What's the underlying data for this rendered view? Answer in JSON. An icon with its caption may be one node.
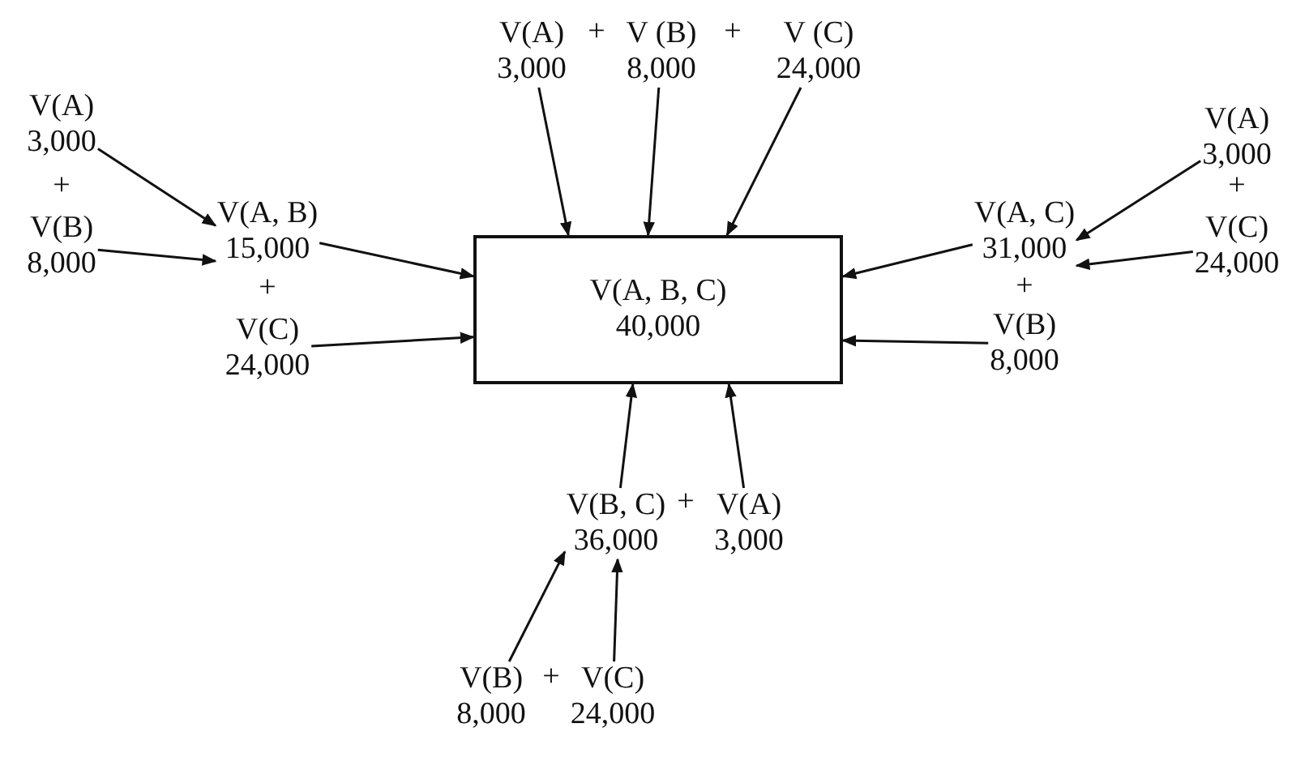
{
  "diagram": {
    "nodes": [
      {
        "text": [
          "V(A, B, C)",
          "40,000"
        ]
      },
      {
        "text": [
          "V(A)",
          "3,000"
        ]
      },
      {
        "text": [
          "V (B)",
          "8,000"
        ]
      },
      {
        "text": [
          "V (C)",
          "24,000"
        ]
      },
      {
        "text": [
          "V(A)",
          "3,000"
        ]
      },
      {
        "text": [
          "V(B)",
          "8,000"
        ]
      },
      {
        "text": [
          "V(A, B)",
          "15,000"
        ]
      },
      {
        "text": [
          "V(C)",
          "24,000"
        ]
      },
      {
        "text": [
          "V(A)",
          "3,000"
        ]
      },
      {
        "text": [
          "V(C)",
          "24,000"
        ]
      },
      {
        "text": [
          "V(A, C)",
          "31,000"
        ]
      },
      {
        "text": [
          "V(B)",
          "8,000"
        ]
      },
      {
        "text": [
          "V(B, C)",
          "36,000"
        ]
      },
      {
        "text": [
          "V(A)",
          "3,000"
        ]
      },
      {
        "text": [
          "V(B)",
          "8,000"
        ]
      },
      {
        "text": [
          "V(C)",
          "24,000"
        ]
      }
    ],
    "edges": [
      {
        "from": 1,
        "to": 0,
        "arrow": "to"
      },
      {
        "from": 2,
        "to": 0,
        "arrow": "to"
      },
      {
        "from": 3,
        "to": 0,
        "arrow": "to"
      },
      {
        "from": 4,
        "to": 6,
        "arrow": "to"
      },
      {
        "from": 5,
        "to": 6,
        "arrow": "to"
      },
      {
        "from": 6,
        "to": 0,
        "arrow": "to"
      },
      {
        "from": 7,
        "to": 0,
        "arrow": "to"
      },
      {
        "from": 8,
        "to": 10,
        "arrow": "to"
      },
      {
        "from": 9,
        "to": 10,
        "arrow": "to"
      },
      {
        "from": 10,
        "to": 0,
        "arrow": "to"
      },
      {
        "from": 11,
        "to": 0,
        "arrow": "to"
      },
      {
        "from": 12,
        "to": 0,
        "arrow": "to"
      },
      {
        "from": 13,
        "to": 0,
        "arrow": "to"
      },
      {
        "from": 14,
        "to": 12,
        "arrow": "to"
      },
      {
        "from": 15,
        "to": 12,
        "arrow": "to"
      }
    ],
    "labels": [
      "+",
      "+",
      "+",
      "+",
      "+",
      "+",
      "+",
      "+"
    ]
  }
}
